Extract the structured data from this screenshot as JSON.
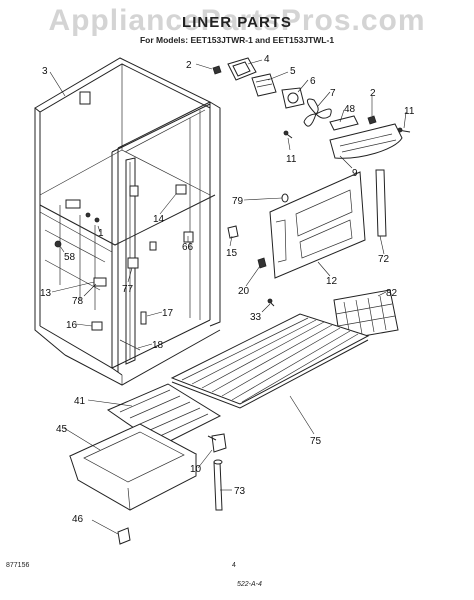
{
  "header": {
    "watermark": "AppliancePartsPros.com",
    "title": "LINER PARTS",
    "models": "For Models: EET153JTWR-1 and EET153JTWL-1"
  },
  "footer": {
    "code": "877156",
    "page": "4",
    "revision": "522-A-4"
  },
  "callouts": [
    {
      "id": "3",
      "label": "3"
    },
    {
      "id": "2a",
      "label": "2"
    },
    {
      "id": "4",
      "label": "4"
    },
    {
      "id": "5",
      "label": "5"
    },
    {
      "id": "6",
      "label": "6"
    },
    {
      "id": "7",
      "label": "7"
    },
    {
      "id": "48",
      "label": "48"
    },
    {
      "id": "2b",
      "label": "2"
    },
    {
      "id": "11a",
      "label": "11"
    },
    {
      "id": "11b",
      "label": "11"
    },
    {
      "id": "9",
      "label": "9"
    },
    {
      "id": "79",
      "label": "79"
    },
    {
      "id": "14",
      "label": "14"
    },
    {
      "id": "1",
      "label": "1"
    },
    {
      "id": "66",
      "label": "66"
    },
    {
      "id": "15",
      "label": "15"
    },
    {
      "id": "72",
      "label": "72"
    },
    {
      "id": "58",
      "label": "58"
    },
    {
      "id": "77",
      "label": "77"
    },
    {
      "id": "20",
      "label": "20"
    },
    {
      "id": "12",
      "label": "12"
    },
    {
      "id": "13",
      "label": "13"
    },
    {
      "id": "78",
      "label": "78"
    },
    {
      "id": "82",
      "label": "82"
    },
    {
      "id": "33",
      "label": "33"
    },
    {
      "id": "17",
      "label": "17"
    },
    {
      "id": "16",
      "label": "16"
    },
    {
      "id": "18",
      "label": "18"
    },
    {
      "id": "41",
      "label": "41"
    },
    {
      "id": "75",
      "label": "75"
    },
    {
      "id": "45",
      "label": "45"
    },
    {
      "id": "10",
      "label": "10"
    },
    {
      "id": "73",
      "label": "73"
    },
    {
      "id": "46",
      "label": "46"
    }
  ]
}
